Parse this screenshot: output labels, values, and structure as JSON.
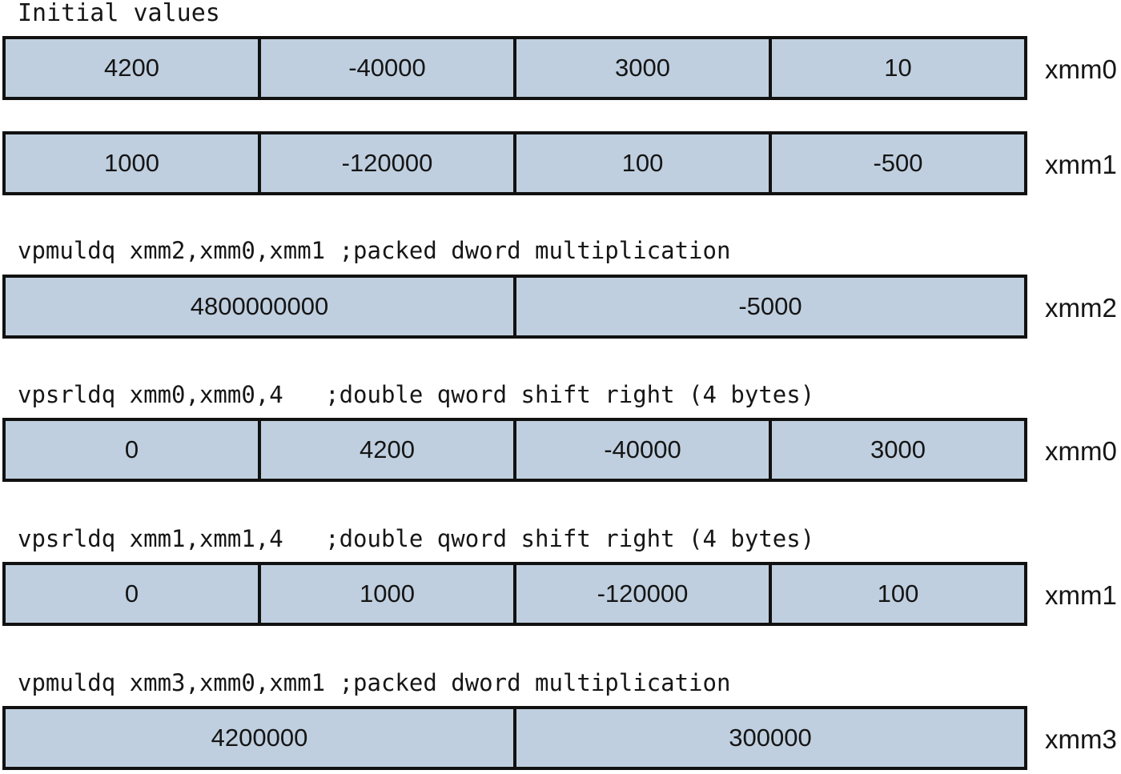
{
  "diagram": {
    "title": "Initial values",
    "register_fill_color": "#bfcfdf",
    "border_color": "#111111",
    "text_color": "#151515",
    "rows": [
      {
        "id": "xmm0-initial",
        "label": "xmm0",
        "instruction": null,
        "cells": [
          "4200",
          "-40000",
          "3000",
          "10"
        ]
      },
      {
        "id": "xmm1-initial",
        "label": "xmm1",
        "instruction": null,
        "cells": [
          "1000",
          "-120000",
          "100",
          "-500"
        ]
      },
      {
        "id": "xmm2-result",
        "label": "xmm2",
        "instruction": "vpmuldq xmm2,xmm0,xmm1 ;packed dword multiplication",
        "cells": [
          "4800000000",
          "-5000"
        ]
      },
      {
        "id": "xmm0-shifted",
        "label": "xmm0",
        "instruction": "vpsrldq xmm0,xmm0,4   ;double qword shift right (4 bytes)",
        "cells": [
          "0",
          "4200",
          "-40000",
          "3000"
        ]
      },
      {
        "id": "xmm1-shifted",
        "label": "xmm1",
        "instruction": "vpsrldq xmm1,xmm1,4   ;double qword shift right (4 bytes)",
        "cells": [
          "0",
          "1000",
          "-120000",
          "100"
        ]
      },
      {
        "id": "xmm3-result",
        "label": "xmm3",
        "instruction": "vpmuldq xmm3,xmm0,xmm1 ;packed dword multiplication",
        "cells": [
          "4200000",
          "300000"
        ]
      }
    ]
  }
}
